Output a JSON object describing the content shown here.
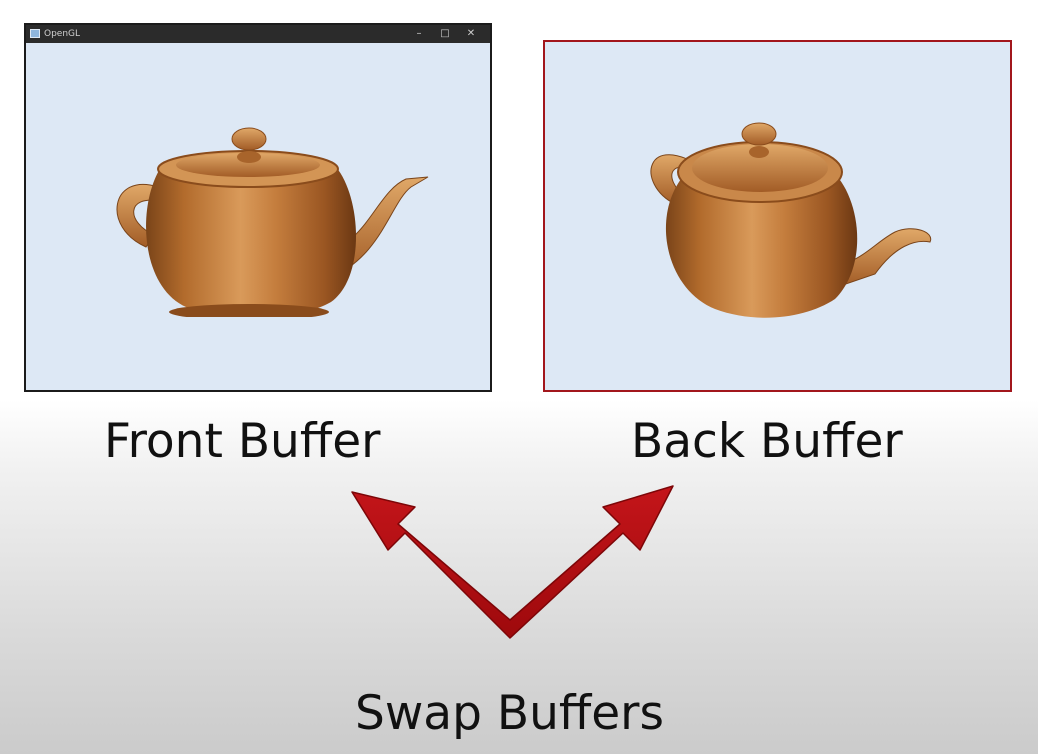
{
  "front_window": {
    "title": "OpenGL",
    "controls": [
      "–",
      "□",
      "✕"
    ]
  },
  "labels": {
    "front": "Front Buffer",
    "back": "Back Buffer",
    "swap": "Swap Buffers"
  },
  "colors": {
    "arrow": "#b70d0f",
    "back_border": "#a2161c",
    "canvas_bg": "#dde8f5"
  }
}
